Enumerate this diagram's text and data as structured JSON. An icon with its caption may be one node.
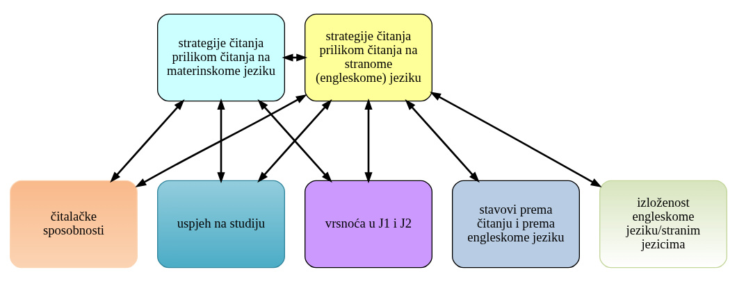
{
  "diagram": {
    "nodes": [
      {
        "text": [
          "strategije čitanja prilikom čitanja na materinskome jeziku"
        ]
      },
      {
        "text": [
          "strategije čitanja prilikom čitanja na stranome (engleskome) jeziku"
        ]
      },
      {
        "text": [
          "vrsnoća u J1 i J2"
        ]
      },
      {
        "text": [
          "čitalačke sposobnosti"
        ]
      },
      {
        "text": [
          "uspjeh na studiju"
        ]
      },
      {
        "text": [
          "izloženost engleskome jeziku/stranim jezicima"
        ]
      },
      {
        "text": [
          "stavovi prema čitanju i prema engleskome jeziku"
        ]
      }
    ],
    "edges": [
      {
        "from": 0,
        "to": 1,
        "arrow": "both"
      },
      {
        "from": 2,
        "to": 0,
        "arrow": "both"
      },
      {
        "from": 2,
        "to": 1,
        "arrow": "both"
      },
      {
        "from": 0,
        "to": 3,
        "arrow": "both"
      },
      {
        "from": 0,
        "to": 4,
        "arrow": "both"
      },
      {
        "from": 1,
        "to": 3,
        "arrow": "both"
      },
      {
        "from": 1,
        "to": 4,
        "arrow": "both"
      },
      {
        "from": 1,
        "to": 5,
        "arrow": "both"
      },
      {
        "from": 1,
        "to": 6,
        "arrow": "both"
      }
    ]
  }
}
